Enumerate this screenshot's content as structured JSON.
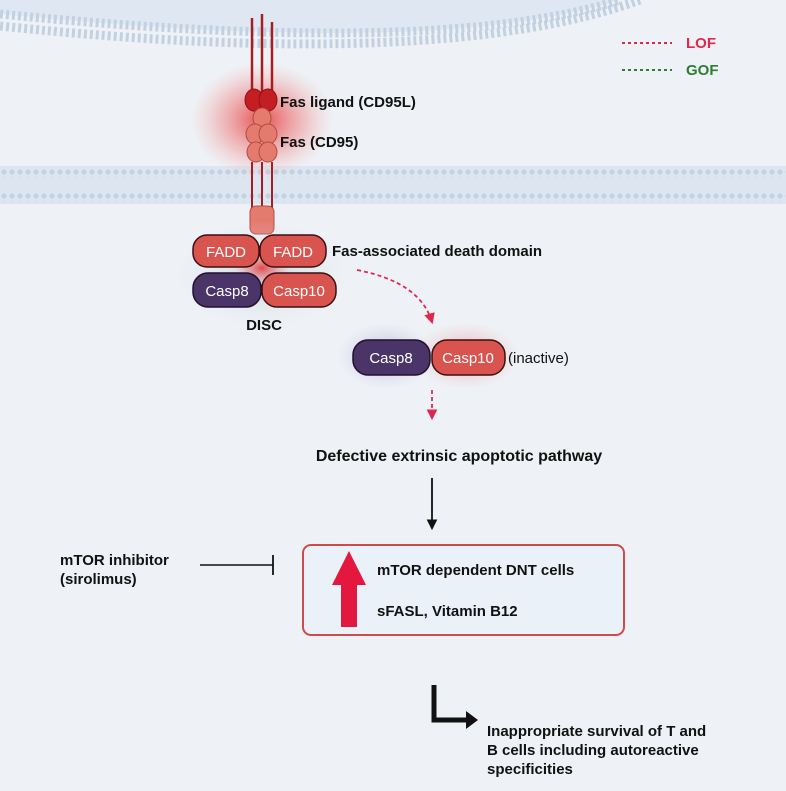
{
  "legend": {
    "lof_label": "LOF",
    "gof_label": "GOF",
    "lof_color": "#e0284f",
    "gof_color": "#2e7d32"
  },
  "receptor": {
    "ligand_label": "Fas ligand (CD95L)",
    "receptor_label": "Fas (CD95)"
  },
  "disc": {
    "fadd_left": "FADD",
    "fadd_right": "FADD",
    "fadd_caption": "Fas-associated death domain",
    "casp8": "Casp8",
    "casp10": "Casp10",
    "label": "DISC"
  },
  "inactive": {
    "casp8": "Casp8",
    "casp10": "Casp10",
    "state": "(inactive)"
  },
  "pathway": {
    "defective": "Defective extrinsic apoptotic pathway"
  },
  "box": {
    "line1": "mTOR dependent DNT cells",
    "line2": "sFASL, Vitamin B12"
  },
  "inhibitor": {
    "line1": "mTOR inhibitor",
    "line2": "(sirolimus)"
  },
  "outcome": {
    "line1": "Inappropriate survival of T and",
    "line2": "B cells including autoreactive",
    "line3": "specificities"
  },
  "colors": {
    "fadd_fill": "#d9534f",
    "casp8_fill": "#4a3468",
    "membrane": "#c9d7e6",
    "arrow_red": "#e0284f"
  }
}
